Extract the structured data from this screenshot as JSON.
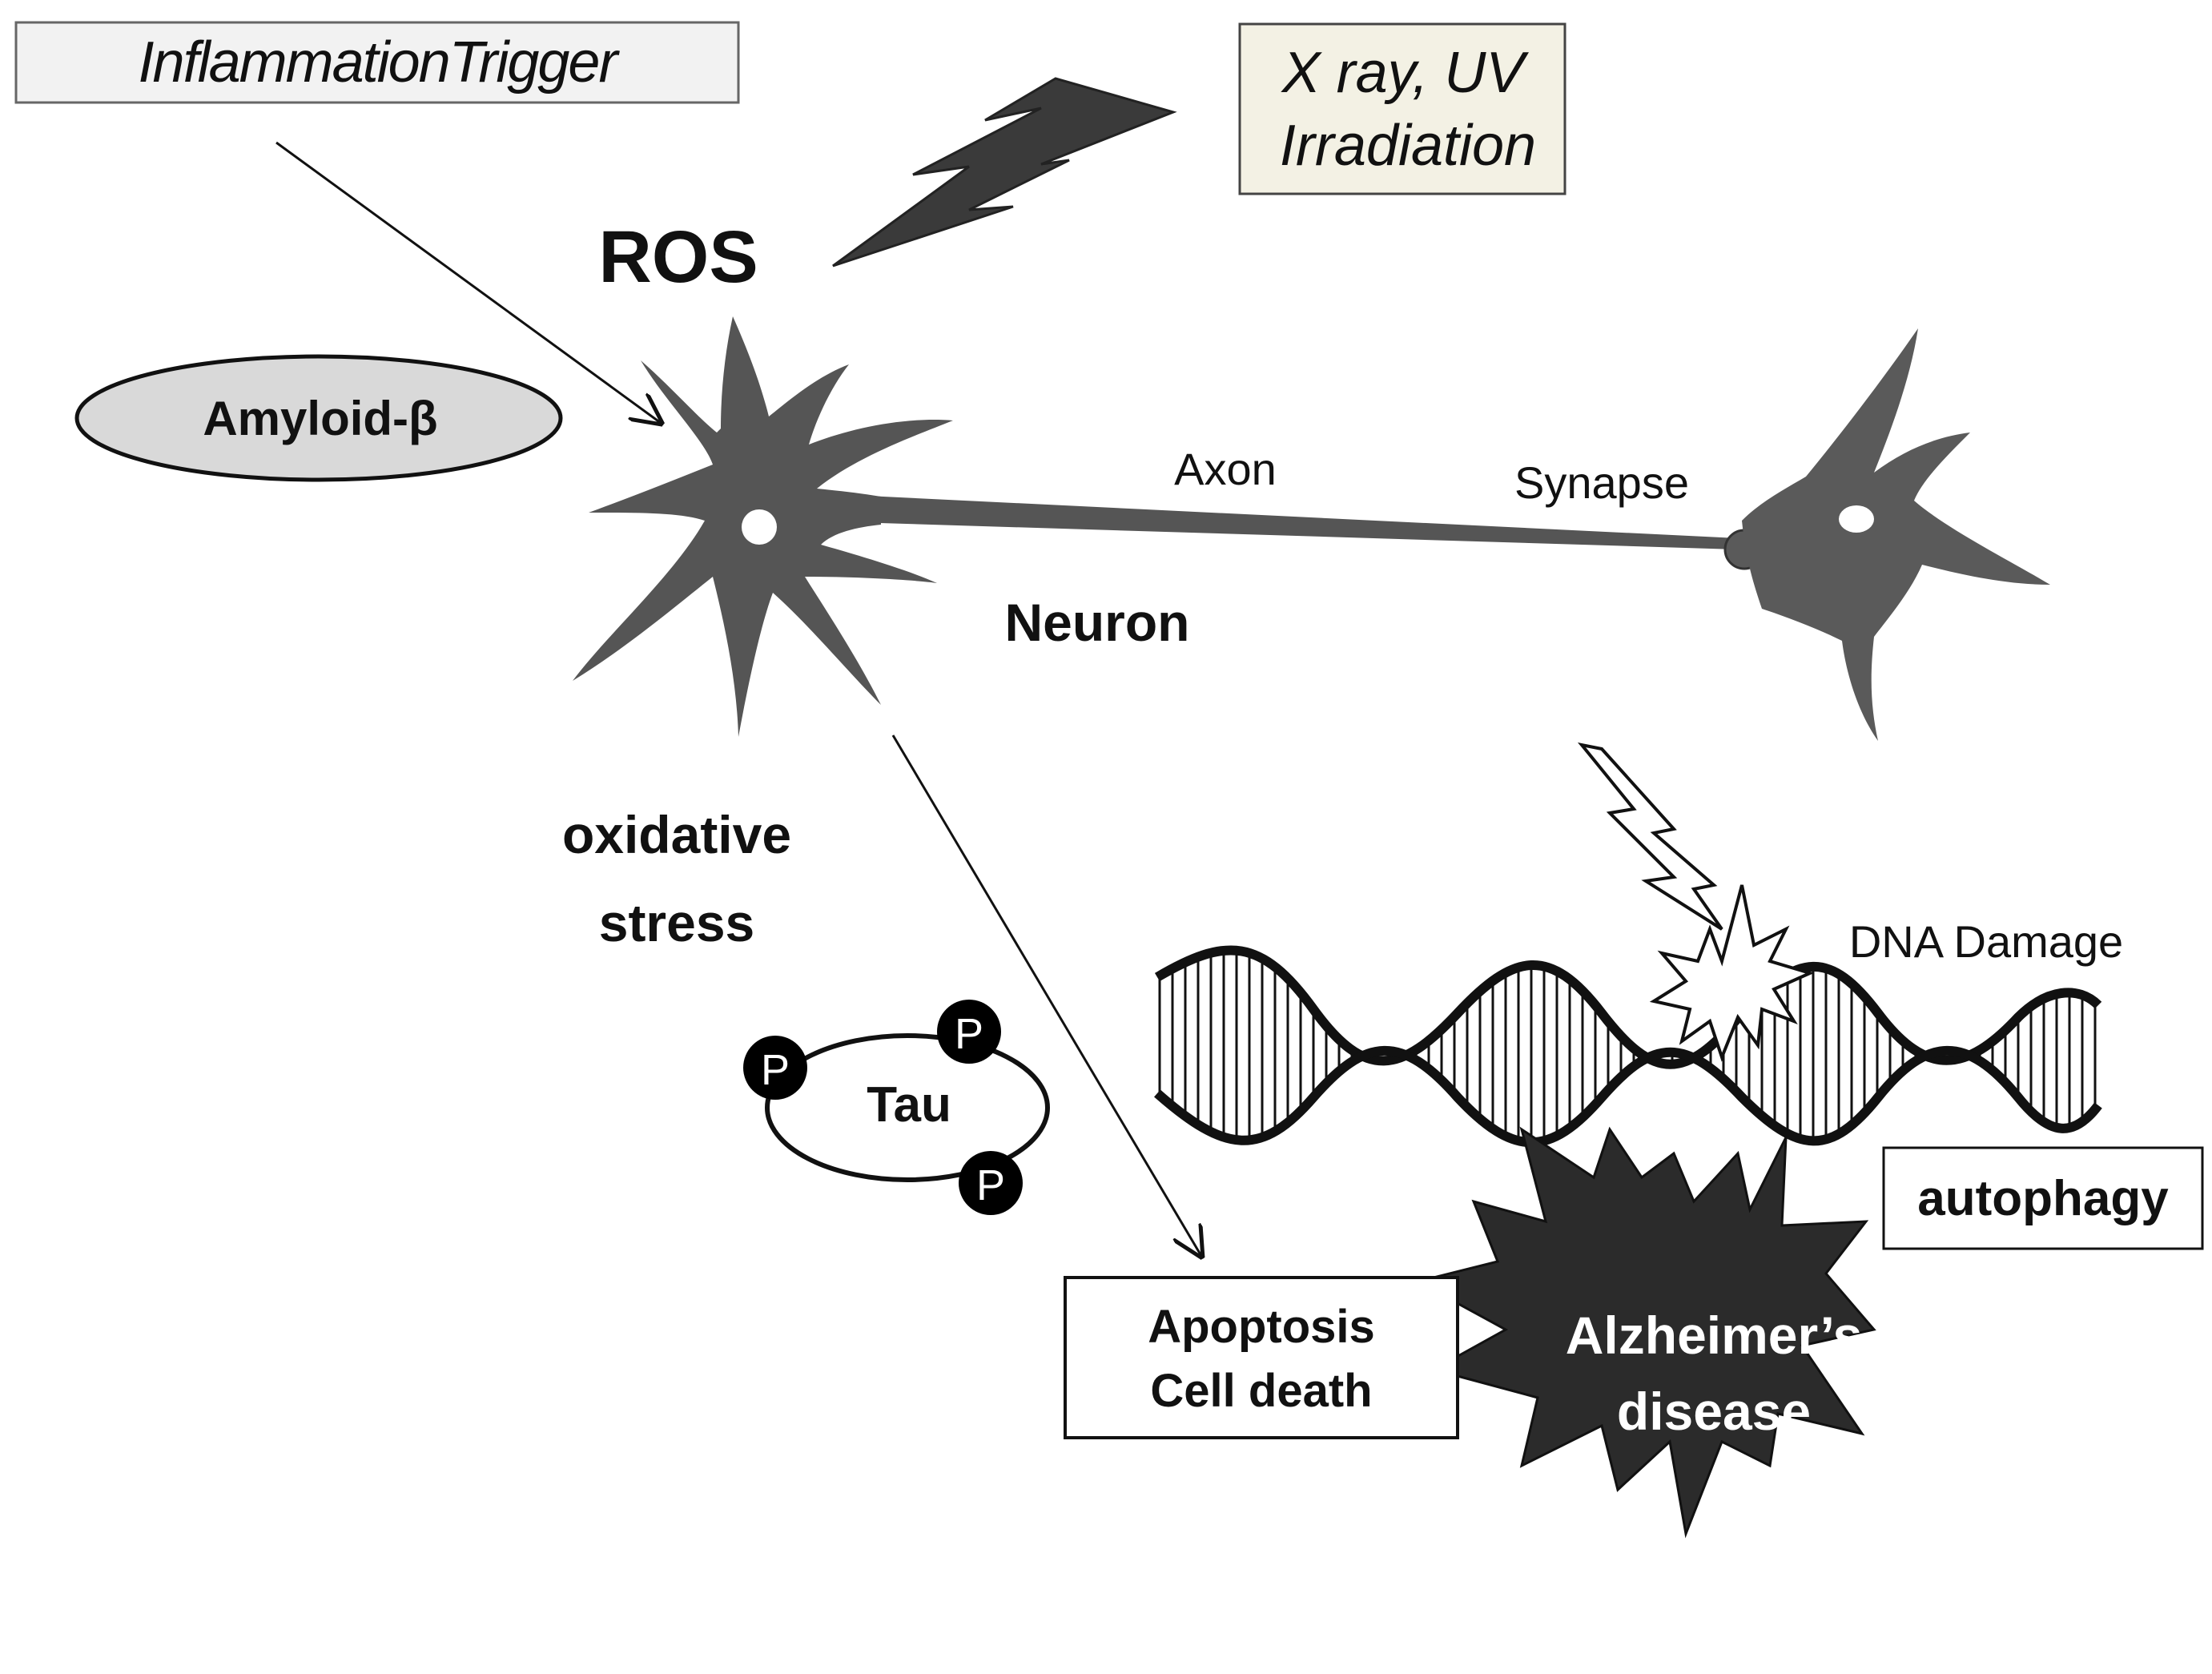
{
  "labels": {
    "inflammation_trigger": "InflammationTrigger",
    "xray_line1": "X ray, UV",
    "xray_line2": "Irradiation",
    "ros": "ROS",
    "amyloid": "Amyloid-β",
    "axon": "Axon",
    "synapse": "Synapse",
    "neuron": "Neuron",
    "oxidative_line1": "oxidative",
    "oxidative_line2": "stress",
    "tau": "Tau",
    "phospho": "P",
    "dna_damage": "DNA Damage",
    "autophagy": "autophagy",
    "apoptosis_line1": "Apoptosis",
    "apoptosis_line2": "Cell death",
    "alzheimers_line1": "Alzheimer’s",
    "alzheimers_line2": "disease"
  },
  "colors": {
    "neuron_fill": "#555555",
    "neuron2_fill": "#5a5a5a",
    "bolt_fill": "#3a3a3a",
    "starburst_fill": "#2b2b2b",
    "amyloid_fill": "#d9d9d9",
    "inflammation_box_fill": "#f2f2f2",
    "xray_box_fill": "#f3f1e4"
  }
}
